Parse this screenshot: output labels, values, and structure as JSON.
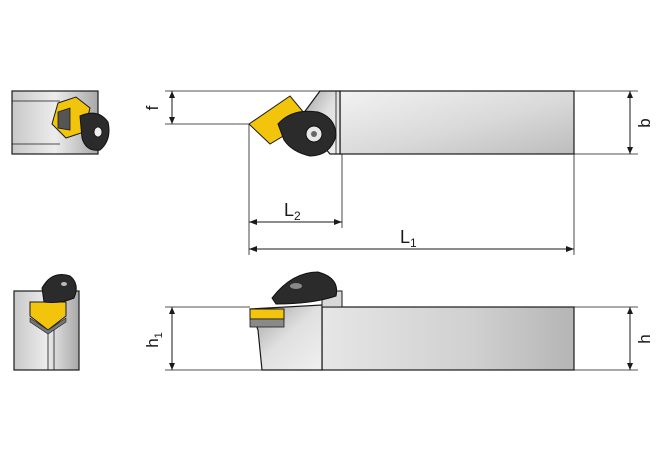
{
  "labels": {
    "f": "f",
    "b": "b",
    "L2": "L",
    "L2_sub": "2",
    "L1": "L",
    "L1_sub": "1",
    "h1": "h",
    "h1_sub": "1",
    "h": "h"
  },
  "colors": {
    "insert": "#f2c40c",
    "insert_dark": "#c79a00",
    "clamp": "#2b2b2b",
    "steel_light": "#ececec",
    "steel_dark": "#9a9a9a",
    "line": "#1a1a1a"
  }
}
